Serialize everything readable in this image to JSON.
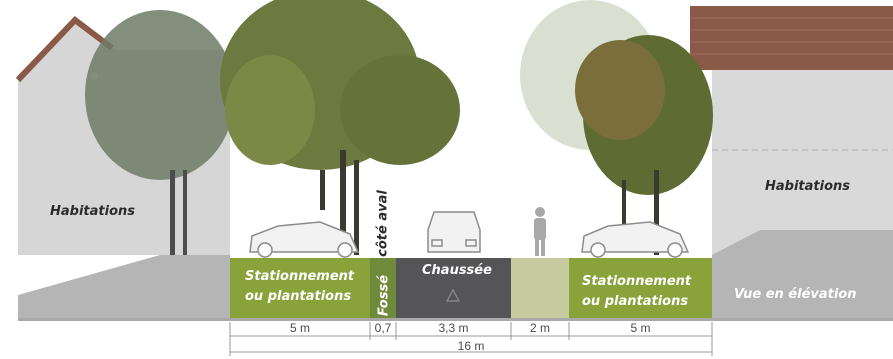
{
  "labels": {
    "habitations_left": "Habitations",
    "habitations_right": "Habitations",
    "vue_elevation": "Vue en élévation",
    "stationnement_left_1": "Stationnement",
    "stationnement_left_2": "ou plantations",
    "stationnement_right_1": "Stationnement",
    "stationnement_right_2": "ou plantations",
    "fosse": "Fossé",
    "cote_aval": "côté aval",
    "chaussee": "Chaussée"
  },
  "dimensions": {
    "d1": "5 m",
    "d2": "0,7",
    "d3": "3,3 m",
    "d4": "2 m",
    "d5": "5 m",
    "total": "16 m"
  },
  "colors": {
    "green_strip": "#8aa23a",
    "path_strip": "#c7cba0",
    "road": "#555558",
    "ditch": "#6f8a3a",
    "building_grey": "#d2d2d2",
    "roof_brown": "#8a5a48",
    "terrain_grey": "#b8b8b8"
  }
}
